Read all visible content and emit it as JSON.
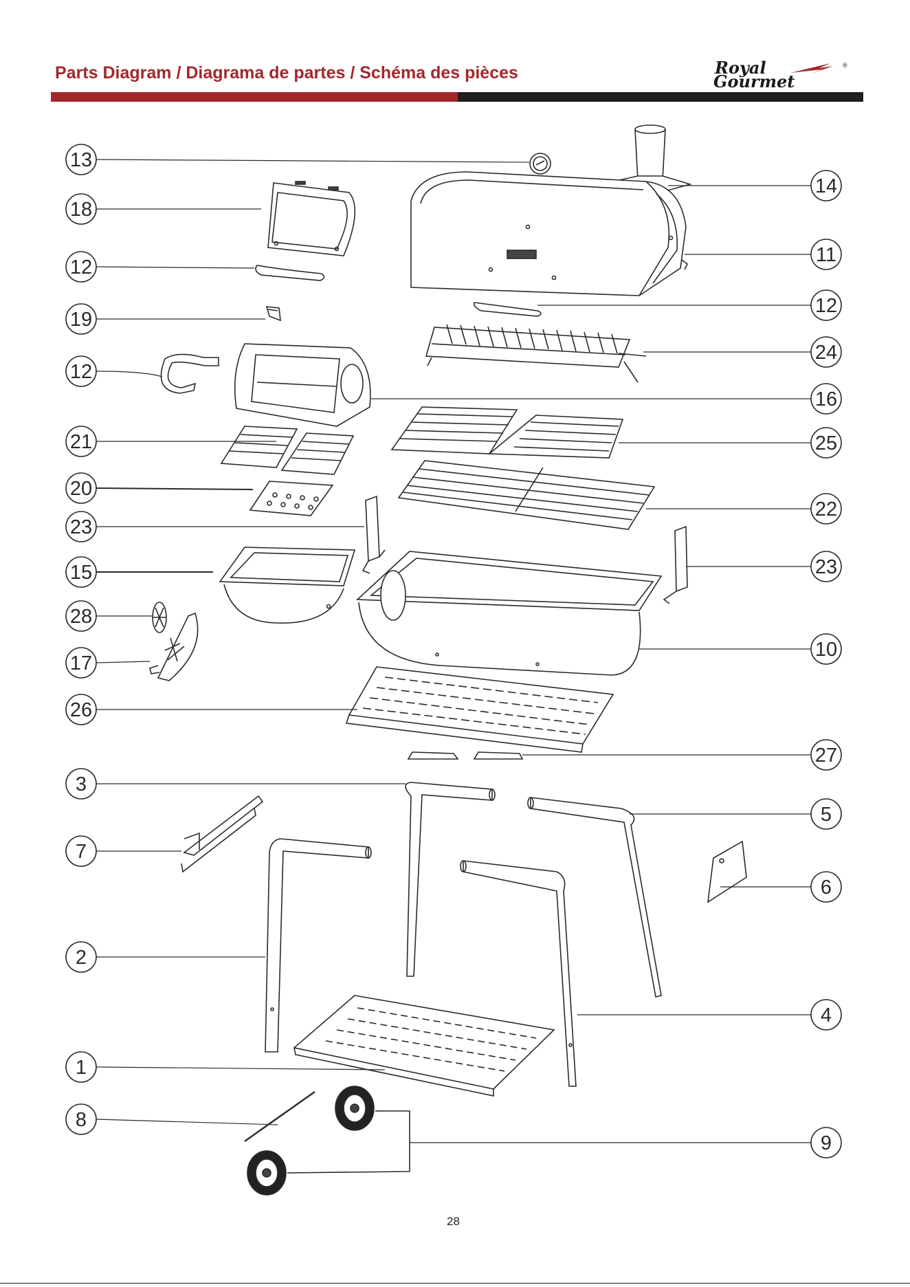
{
  "header": {
    "title": "Parts Diagram / Diagrama de partes / Schéma des pièces",
    "logo_line1": "Royal",
    "logo_line2": "Gourmet",
    "logo_reg": "®",
    "accent_color": "#a2282c",
    "dark_color": "#1f1f1f"
  },
  "callouts": {
    "left": [
      "13",
      "18",
      "12",
      "19",
      "12",
      "21",
      "20",
      "23",
      "15",
      "28",
      "17",
      "26",
      "3",
      "7",
      "2",
      "1",
      "8"
    ],
    "right": [
      "14",
      "11",
      "12",
      "24",
      "16",
      "25",
      "22",
      "23",
      "10",
      "27",
      "5",
      "6",
      "4",
      "9"
    ]
  },
  "footer": {
    "page_number": "28"
  }
}
